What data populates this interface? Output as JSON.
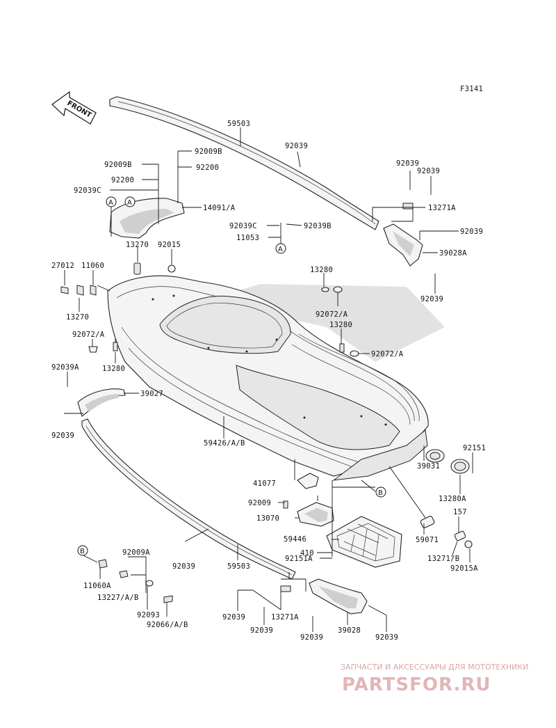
{
  "figure_code": "F3141",
  "front_label": "FRONT",
  "watermark": {
    "caption": "ЗАПЧАСТИ И АКСЕССУАРЫ ДЛЯ МОТОТЕХНИКИ",
    "logo": "PARTSFOR.RU"
  },
  "callouts": {
    "A": "A",
    "B": "B"
  },
  "parts": {
    "p59503_top": "59503",
    "p92039_top": "92039",
    "p92009b_1": "92009B",
    "p92009b_2": "92009B",
    "p92200_1": "92200",
    "p92200_2": "92200",
    "p92039c_1": "92039C",
    "p14091a": "14091/A",
    "p92039c_2": "92039C",
    "p92039b": "92039B",
    "p11053": "11053",
    "p92039_r1": "92039",
    "p92039_r2": "92039",
    "p13271a_top": "13271A",
    "p92039_r3": "92039",
    "p39028a": "39028A",
    "p92039_r4": "92039",
    "p13270_1": "13270",
    "p92015": "92015",
    "p27012": "27012",
    "p11060": "11060",
    "p13270_2": "13270",
    "p13280_1": "13280",
    "p92072a_1": "92072/A",
    "p13280_2": "13280",
    "p92072a_2": "92072/A",
    "p92072a_3": "92072/A",
    "p13280_3": "13280",
    "p92039a": "92039A",
    "p39027": "39027",
    "p92039_l": "92039",
    "p59426": "59426/A/B",
    "p92151": "92151",
    "p39031": "39031",
    "p13280a": "13280A",
    "p41077": "41077",
    "p92009": "92009",
    "p13070": "13070",
    "p157": "157",
    "p59446": "59446",
    "p59071": "59071",
    "p410": "410",
    "p13271b": "13271/B",
    "p92151a": "92151A",
    "p92015a": "92015A",
    "p92009a": "92009A",
    "p92039_bot": "92039",
    "p59503_bot": "59503",
    "p11060a": "11060A",
    "p13227": "13227/A/B",
    "p92093": "92093",
    "p92066": "92066/A/B",
    "p92039_b1": "92039",
    "p13271a_bot": "13271A",
    "p92039_b2": "92039",
    "p92039_b3": "92039",
    "p39028": "39028",
    "p92039_b4": "92039"
  }
}
